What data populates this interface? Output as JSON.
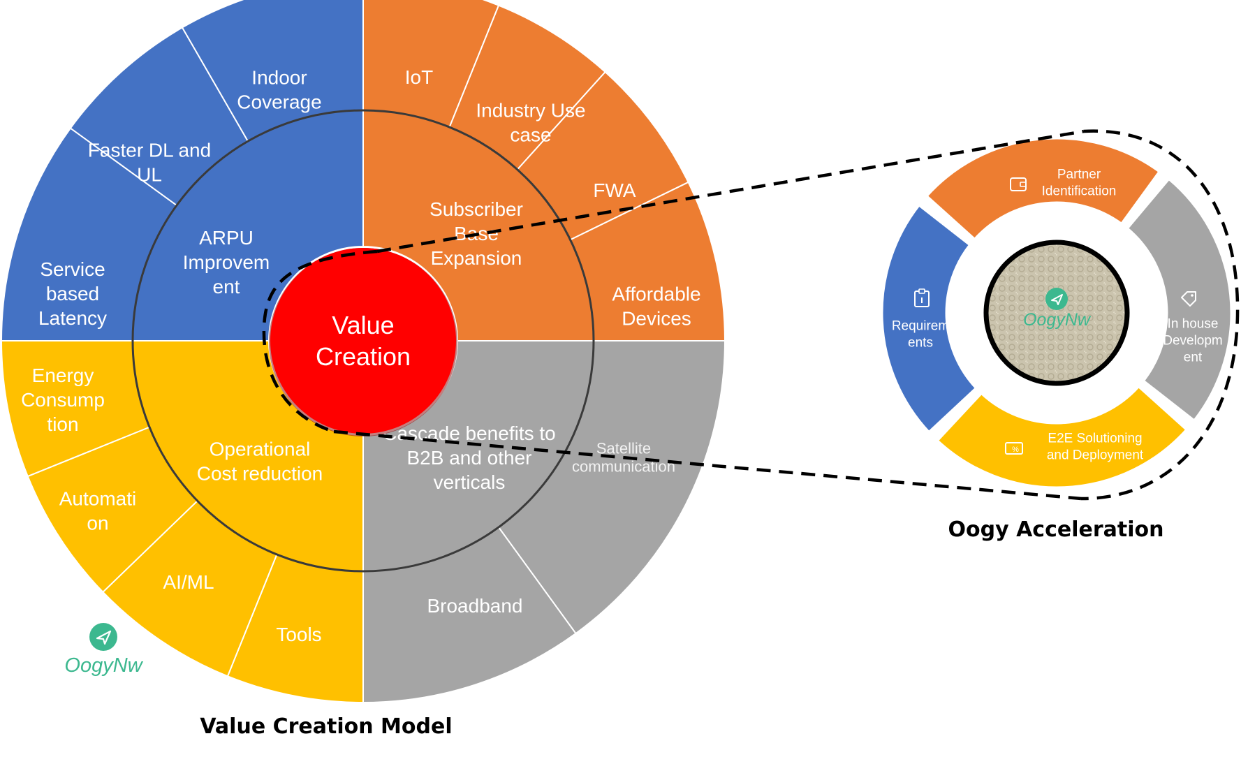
{
  "value_creation_model": {
    "caption": "Value Creation Model",
    "center_label": [
      "Value",
      "Creation"
    ],
    "quadrants": [
      {
        "id": "arpu",
        "color": "#4472C4",
        "text_color": "#FFFFFF",
        "label": [
          "ARPU",
          "Improvem",
          "ent"
        ],
        "outer_items": [
          {
            "label": [
              "Indoor",
              "Coverage"
            ]
          },
          {
            "label": [
              "Faster DL and",
              "UL"
            ]
          },
          {
            "label": [
              "Service",
              "based",
              "Latency"
            ]
          }
        ]
      },
      {
        "id": "subscriber",
        "color": "#ED7D31",
        "text_color": "#FFFFFF",
        "label": [
          "Subscriber",
          "Base",
          "Expansion"
        ],
        "outer_items": [
          {
            "label": [
              "IoT"
            ]
          },
          {
            "label": [
              "Industry Use",
              "case"
            ]
          },
          {
            "label": [
              "FWA"
            ]
          },
          {
            "label": [
              "Affordable",
              "Devices"
            ]
          }
        ]
      },
      {
        "id": "cascade",
        "color": "#A5A5A5",
        "text_color": "#FFFFFF",
        "label": [
          "Cascade benefits to",
          "B2B and other",
          "verticals"
        ],
        "outer_items": [
          {
            "label": [
              "Satellite",
              "communication"
            ]
          },
          {
            "label": [
              "Broadband"
            ]
          }
        ]
      },
      {
        "id": "opex",
        "color": "#FFC000",
        "text_color": "#FFFFFF",
        "label": [
          "Operational",
          "Cost reduction"
        ],
        "outer_items": [
          {
            "label": [
              "Tools"
            ]
          },
          {
            "label": [
              "AI/ML"
            ]
          },
          {
            "label": [
              "Automati",
              "on"
            ]
          },
          {
            "label": [
              "Energy",
              "Consump",
              "tion"
            ]
          }
        ]
      }
    ],
    "center_color": "#FF0000"
  },
  "oogy_acceleration": {
    "caption": "Oogy Acceleration",
    "segments": [
      {
        "label": [
          "Partner",
          "Identification"
        ],
        "icon": "wallet-icon",
        "color": "#ED7D31"
      },
      {
        "label": [
          "In house",
          "Developm",
          "ent"
        ],
        "icon": "tag-icon",
        "color": "#A5A5A5"
      },
      {
        "label": [
          "E2E Solutioning",
          "and Deployment"
        ],
        "icon": "ticket-icon",
        "color": "#FFC000"
      },
      {
        "label": [
          "Requirem",
          "ents"
        ],
        "icon": "clipboard-icon",
        "color": "#4472C4"
      }
    ],
    "center_logo_text": "OogyNw"
  },
  "watermark_logo_text": "OogyNw"
}
